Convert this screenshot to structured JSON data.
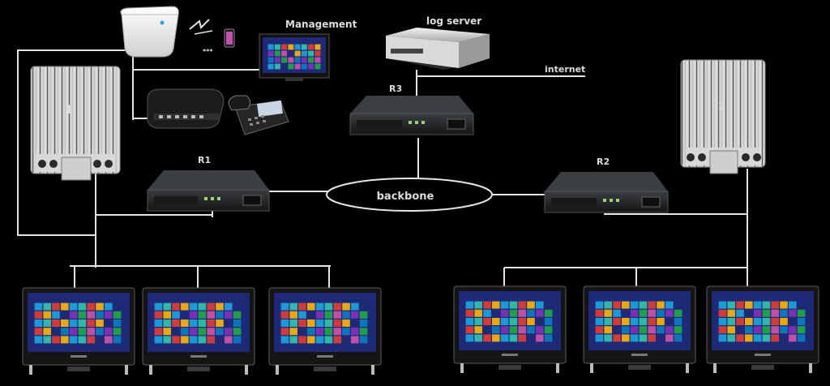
{
  "labels": {
    "management": "Management",
    "log_server": "log server",
    "internet": "internet",
    "router_top": "R3",
    "router_left": "R1",
    "router_right": "R2",
    "backbone": "backbone",
    "panel_left": "1",
    "panel_right": "2",
    "phone_tag": "***"
  },
  "colors": {
    "background": "#000000",
    "wire": "#e6e6e6",
    "router_body": "#26282b",
    "screen_blue": "#1e2a78",
    "tile_colors": [
      "#1b9ad6",
      "#1ea04a",
      "#e8a90f",
      "#7a2fb4",
      "#d23b3b",
      "#0b76b8",
      "#2fb7a8",
      "#c24fa3"
    ]
  }
}
